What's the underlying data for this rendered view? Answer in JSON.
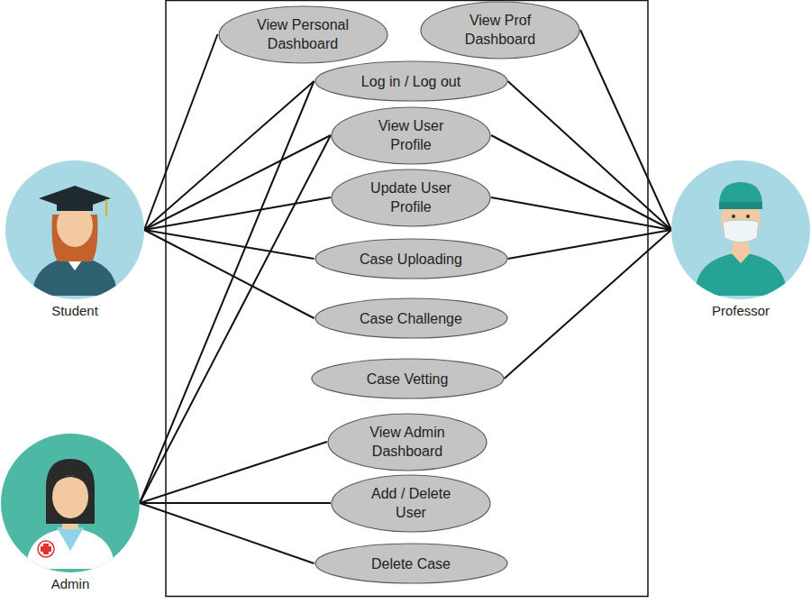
{
  "diagram": {
    "nodes": [
      {
        "text": [
          "View Personal Dashboard"
        ]
      },
      {
        "text": [
          "View Prof Dashboard"
        ]
      },
      {
        "text": [
          "Log in / Log out"
        ]
      },
      {
        "text": [
          "View User Profile"
        ]
      },
      {
        "text": [
          "Update User Profile"
        ]
      },
      {
        "text": [
          "Case Uploading"
        ]
      },
      {
        "text": [
          "Case Challenge"
        ]
      },
      {
        "text": [
          "Case Vetting"
        ]
      },
      {
        "text": [
          "View Admin Dashboard"
        ]
      },
      {
        "text": [
          "Add / Delete User"
        ]
      },
      {
        "text": [
          "Delete Case"
        ]
      },
      {
        "text": [
          "Student"
        ]
      },
      {
        "text": [
          "Professor"
        ]
      },
      {
        "text": [
          "Admin"
        ]
      }
    ],
    "edges": [
      {
        "from": 11,
        "to": 0,
        "arrow": "none"
      },
      {
        "from": 11,
        "to": 2,
        "arrow": "none"
      },
      {
        "from": 11,
        "to": 3,
        "arrow": "none"
      },
      {
        "from": 11,
        "to": 4,
        "arrow": "none"
      },
      {
        "from": 11,
        "to": 5,
        "arrow": "none"
      },
      {
        "from": 11,
        "to": 6,
        "arrow": "none"
      },
      {
        "from": 12,
        "to": 1,
        "arrow": "none"
      },
      {
        "from": 12,
        "to": 2,
        "arrow": "none"
      },
      {
        "from": 12,
        "to": 3,
        "arrow": "none"
      },
      {
        "from": 12,
        "to": 4,
        "arrow": "none"
      },
      {
        "from": 12,
        "to": 5,
        "arrow": "none"
      },
      {
        "from": 12,
        "to": 7,
        "arrow": "none"
      },
      {
        "from": 13,
        "to": 2,
        "arrow": "none"
      },
      {
        "from": 13,
        "to": 3,
        "arrow": "none"
      },
      {
        "from": 13,
        "to": 8,
        "arrow": "none"
      },
      {
        "from": 13,
        "to": 9,
        "arrow": "none"
      },
      {
        "from": 13,
        "to": 10,
        "arrow": "none"
      }
    ]
  }
}
